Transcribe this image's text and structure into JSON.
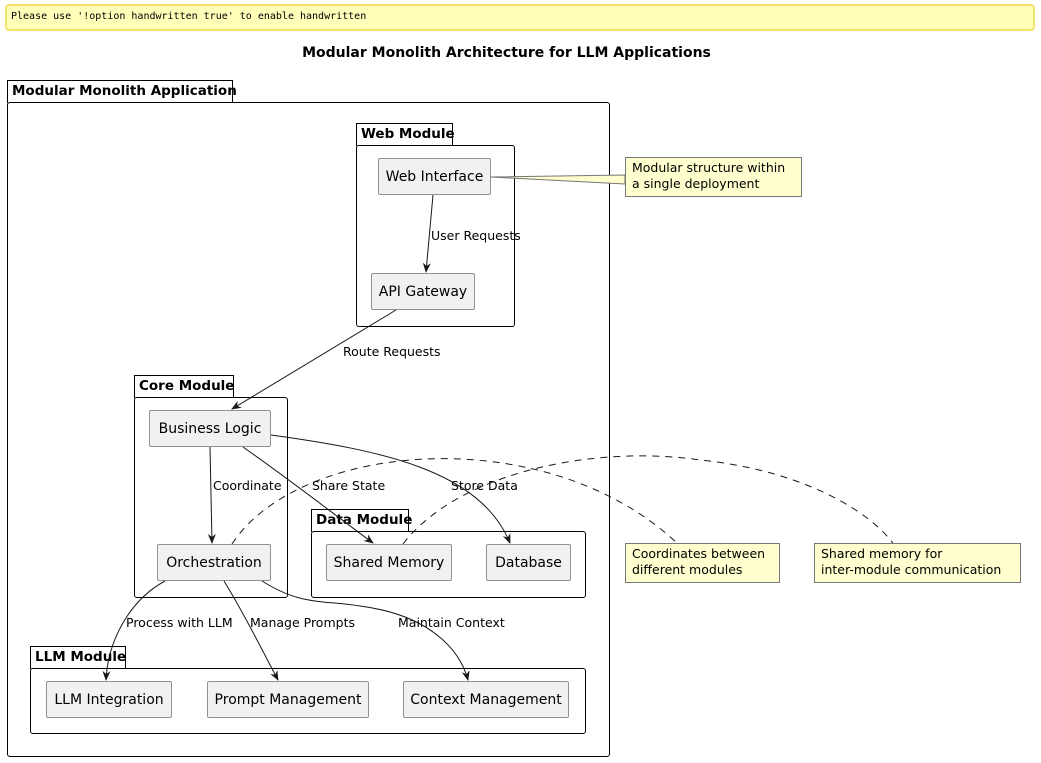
{
  "warning": "Please use '!option handwritten true' to enable handwritten",
  "title": "Modular Monolith Architecture for LLM Applications",
  "packages": {
    "app": "Modular Monolith Application",
    "web": "Web Module",
    "core": "Core Module",
    "data": "Data Module",
    "llm": "LLM Module"
  },
  "components": {
    "web_interface": "Web Interface",
    "api_gateway": "API Gateway",
    "business_logic": "Business Logic",
    "orchestration": "Orchestration",
    "shared_memory": "Shared Memory",
    "database": "Database",
    "llm_integration": "LLM Integration",
    "prompt_management": "Prompt Management",
    "context_management": "Context Management"
  },
  "edges": {
    "user_requests": "User Requests",
    "route_requests": "Route Requests",
    "coordinate": "Coordinate",
    "share_state": "Share State",
    "store_data": "Store Data",
    "process_with_llm": "Process with LLM",
    "manage_prompts": "Manage Prompts",
    "maintain_context": "Maintain Context"
  },
  "notes": {
    "modular": "Modular structure within\na single deployment",
    "coordinates": "Coordinates between\ndifferent modules",
    "shared_memory": "Shared memory for\ninter-module communication"
  }
}
